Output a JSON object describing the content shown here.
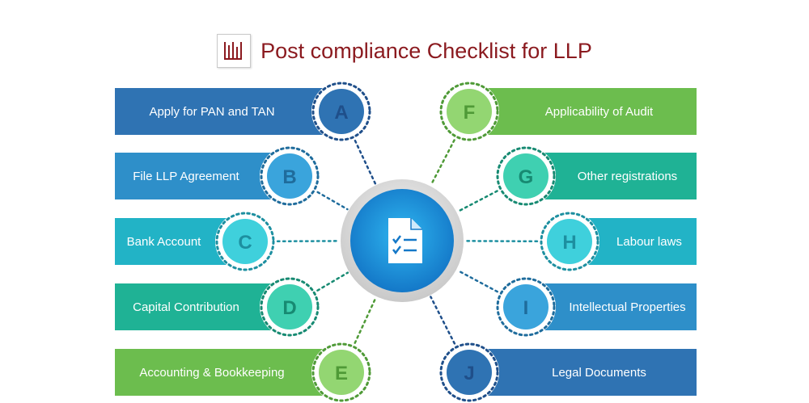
{
  "title": "Post compliance Checklist for LLP",
  "left_items": [
    {
      "letter": "A",
      "label": "Apply for PAN and TAN",
      "bar": "#2f73b3",
      "disc": "#2f73b3",
      "dots": "#1f4f8a"
    },
    {
      "letter": "B",
      "label": "File LLP Agreement",
      "bar": "#2e8fc9",
      "disc": "#3aa4dc",
      "dots": "#1f6c9c"
    },
    {
      "letter": "C",
      "label": "Bank Account",
      "bar": "#22b3c6",
      "disc": "#3fd0dc",
      "dots": "#1d8fa0"
    },
    {
      "letter": "D",
      "label": "Capital Contribution",
      "bar": "#1fb295",
      "disc": "#3fd0b1",
      "dots": "#178a72"
    },
    {
      "letter": "E",
      "label": "Accounting & Bookkeeping",
      "bar": "#6cbd4e",
      "disc": "#93d672",
      "dots": "#4f9a37"
    }
  ],
  "right_items": [
    {
      "letter": "F",
      "label": "Applicability of Audit",
      "bar": "#6cbd4e",
      "disc": "#93d672",
      "dots": "#4f9a37"
    },
    {
      "letter": "G",
      "label": "Other registrations",
      "bar": "#1fb295",
      "disc": "#3fd0b1",
      "dots": "#178a72"
    },
    {
      "letter": "H",
      "label": "Labour laws",
      "bar": "#22b3c6",
      "disc": "#3fd0dc",
      "dots": "#1d8fa0"
    },
    {
      "letter": "I",
      "label": "Intellectual Properties",
      "bar": "#2e8fc9",
      "disc": "#3aa4dc",
      "dots": "#1f6c9c"
    },
    {
      "letter": "J",
      "label": "Legal Documents",
      "bar": "#2f73b3",
      "disc": "#2f73b3",
      "dots": "#1f4f8a"
    }
  ],
  "center_icon": "checklist-document-icon",
  "title_color": "#8b1a1f"
}
